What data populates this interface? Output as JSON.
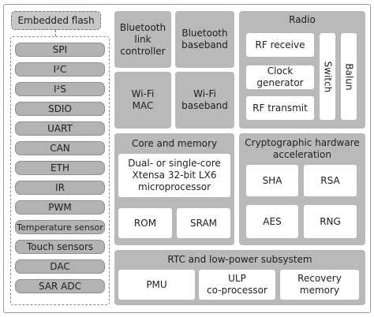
{
  "embedded_flash": "Embedded flash",
  "peripherals": [
    "SPI",
    "I²C",
    "I²S",
    "SDIO",
    "UART",
    "CAN",
    "ETH",
    "IR",
    "PWM",
    "Temperature sensor",
    "Touch sensors",
    "DAC",
    "SAR ADC"
  ],
  "bluetooth": {
    "link_controller": "Bluetooth\nlink\ncontroller",
    "baseband": "Bluetooth\nbaseband"
  },
  "wifi": {
    "mac": "Wi-Fi\nMAC",
    "baseband": "Wi-Fi\nbaseband"
  },
  "radio": {
    "title": "Radio",
    "rf_receive": "RF receive",
    "clock_generator": "Clock generator",
    "rf_transmit": "RF transmit",
    "switch": "Switch",
    "balun": "Balun"
  },
  "core_memory": {
    "title": "Core and memory",
    "processor": "Dual- or single-core\nXtensa 32-bit LX6\nmicroprocessor",
    "rom": "ROM",
    "sram": "SRAM"
  },
  "crypto": {
    "title": "Cryptographic hardware\nacceleration",
    "sha": "SHA",
    "rsa": "RSA",
    "aes": "AES",
    "rng": "RNG"
  },
  "rtc": {
    "title": "RTC and low-power subsystem",
    "pmu": "PMU",
    "ulp": "ULP\nco-processor",
    "recovery": "Recovery\nmemory"
  }
}
